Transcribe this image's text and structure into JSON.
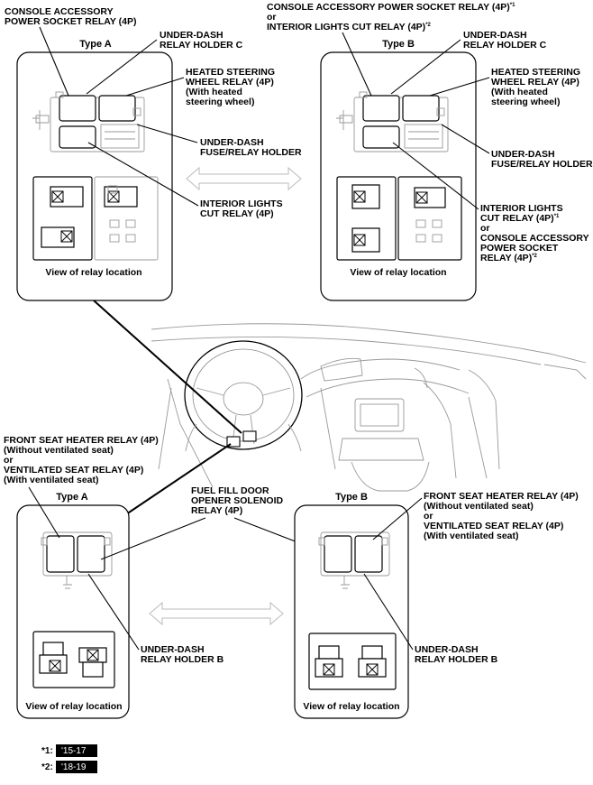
{
  "upper": {
    "type_a": {
      "title": "Type A",
      "view_label": "View of relay location",
      "console_relay": [
        "CONSOLE ACCESSORY",
        "POWER SOCKET RELAY (4P)"
      ],
      "relay_holder_c": [
        "UNDER-DASH",
        "RELAY HOLDER C"
      ],
      "heated_steering": [
        "HEATED STEERING",
        "WHEEL RELAY (4P)",
        "(With heated",
        "steering wheel)"
      ],
      "fuse_relay_holder": [
        "UNDER-DASH",
        "FUSE/RELAY HOLDER"
      ],
      "interior_lights": [
        "INTERIOR LIGHTS",
        "CUT RELAY (4P)"
      ]
    },
    "type_b": {
      "title": "Type B",
      "view_label": "View of relay location",
      "top_line1": "CONSOLE ACCESSORY POWER SOCKET RELAY (4P)",
      "top_line1_sup": "*1",
      "top_or": "or",
      "top_line2": "INTERIOR LIGHTS CUT RELAY (4P)",
      "top_line2_sup": "*2",
      "relay_holder_c": [
        "UNDER-DASH",
        "RELAY HOLDER C"
      ],
      "heated_steering": [
        "HEATED STEERING",
        "WHEEL RELAY (4P)",
        "(With heated",
        "steering wheel)"
      ],
      "fuse_relay_holder": [
        "UNDER-DASH",
        "FUSE/RELAY HOLDER"
      ],
      "bottom_line1": "INTERIOR LIGHTS",
      "bottom_line2": "CUT RELAY (4P)",
      "bottom_line2_sup": "*1",
      "bottom_or": "or",
      "bottom_line3": "CONSOLE ACCESSORY",
      "bottom_line4": "POWER SOCKET",
      "bottom_line5": "RELAY (4P)",
      "bottom_line5_sup": "*2"
    }
  },
  "lower": {
    "seat_relay_a": [
      "FRONT SEAT HEATER RELAY (4P)",
      "(Without ventilated seat)",
      "or",
      "VENTILATED SEAT RELAY (4P)",
      "(With ventilated seat)"
    ],
    "fuel_door": [
      "FUEL FILL DOOR",
      "OPENER SOLENOID",
      "RELAY (4P)"
    ],
    "type_a": {
      "title": "Type A",
      "view_label": "View of relay location",
      "relay_holder_b": [
        "UNDER-DASH",
        "RELAY HOLDER B"
      ]
    },
    "type_b": {
      "title": "Type B",
      "view_label": "View of relay location",
      "seat_relay": [
        "FRONT SEAT HEATER RELAY (4P)",
        "(Without ventilated seat)",
        "or",
        "VENTILATED SEAT RELAY (4P)",
        "(With ventilated seat)"
      ],
      "relay_holder_b": [
        "UNDER-DASH",
        "RELAY HOLDER B"
      ]
    }
  },
  "notes": [
    {
      "key": "*1:",
      "value": "'15-17"
    },
    {
      "key": "*2:",
      "value": "'18-19"
    }
  ]
}
